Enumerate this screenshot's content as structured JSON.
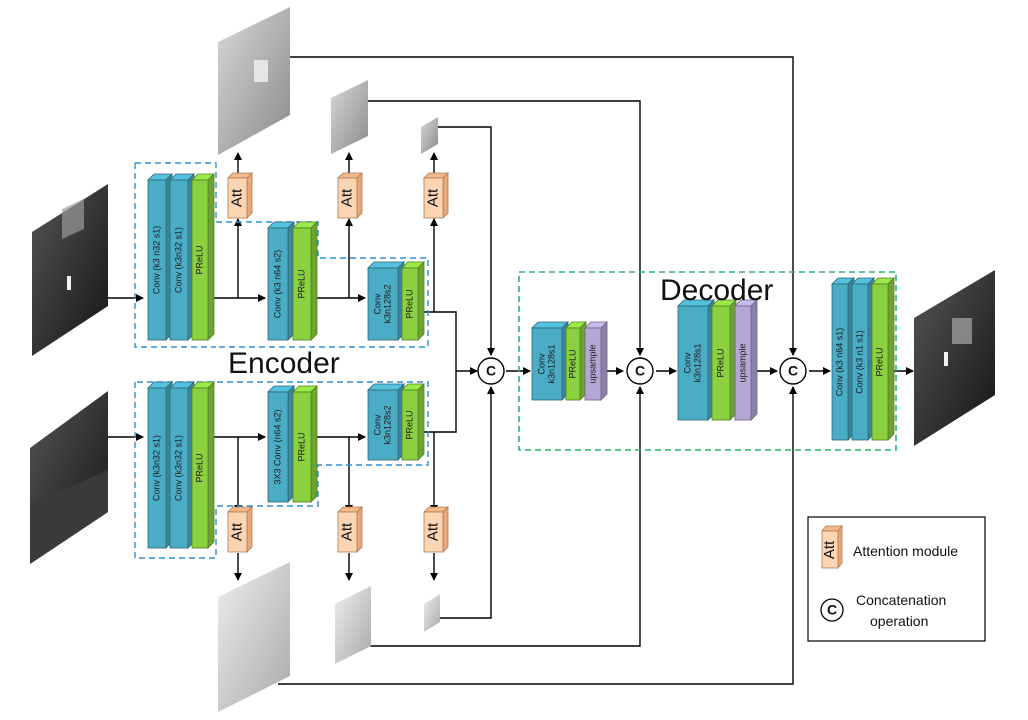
{
  "labels": {
    "encoder": "Encoder",
    "decoder": "Decoder",
    "att": "Att",
    "concat": "C"
  },
  "blocks": {
    "e1a": "Conv (k3 n32 s1)",
    "e1b": "Conv (k3n32 s1)",
    "e1c": "PReLU",
    "e2a": "Conv (k3 n64 s2)",
    "e2b": "PReLU",
    "e3a_1": "Conv",
    "e3a_2": "k3n128s2",
    "e3b": "PReLU",
    "v1a": "Conv (k3n32 s1)",
    "v1b": "Conv (k3n32 s1)",
    "v1c": "PReLU",
    "v2a": "3X3 Conv (n64 s2)",
    "v2b": "PReLU",
    "v3a_1": "Conv",
    "v3a_2": "k3n128s2",
    "v3b": "PReLU",
    "d1a_1": "Conv",
    "d1a_2": "k3n128s1",
    "d1b": "PReLU",
    "d1c": "upsample",
    "d2a_1": "Conv",
    "d2a_2": "k3n128s1",
    "d2b": "PReLU",
    "d2c": "upsample",
    "d3a": "Conv (k3 n64 s1)",
    "d3b": "Conv (k3 n1 s1)",
    "d3c": "PReLU"
  },
  "legend": {
    "attention": "Attention module",
    "concat_line1": "Concatenation",
    "concat_line2": "operation"
  },
  "colors": {
    "conv": "#4bacc6",
    "prelu": "#8bd13f",
    "upsample": "#b4a7d6",
    "att": "#fcd5b5",
    "encoder_box": "#2e8fd6",
    "decoder_box": "#2fb36b"
  }
}
